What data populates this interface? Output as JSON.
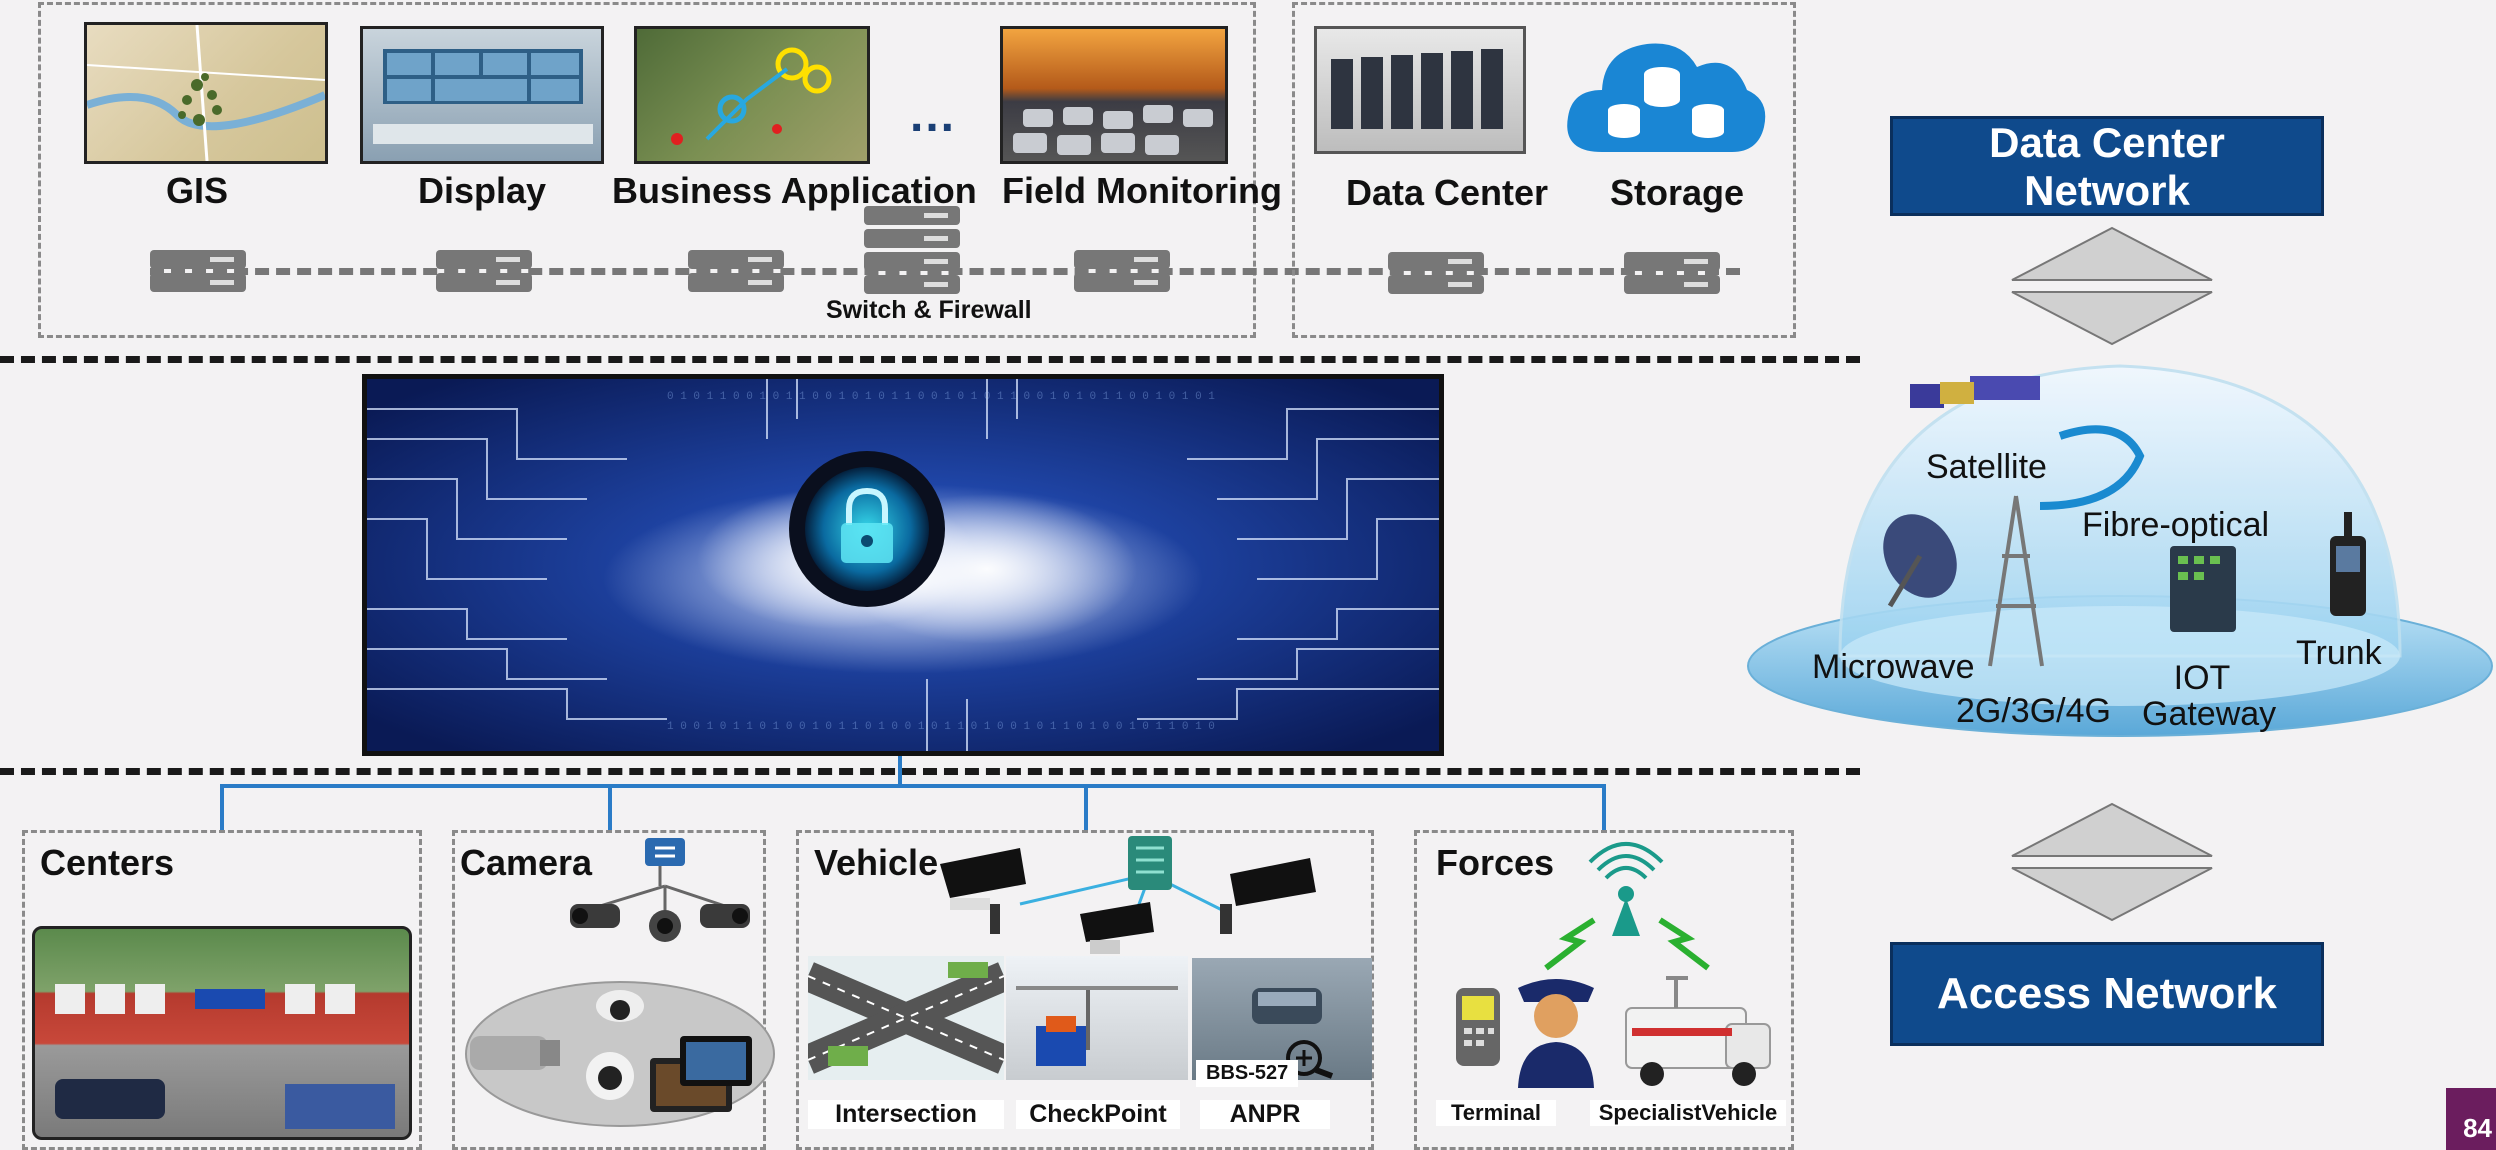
{
  "top_apps": {
    "gis": "GIS",
    "display": "Display",
    "business": "Business Application",
    "ellipsis": "...",
    "field": "Field Monitoring",
    "switch_firewall": "Switch & Firewall"
  },
  "datacenter_group": {
    "datacenter": "Data Center",
    "storage": "Storage"
  },
  "right_column": {
    "dc_network": "Data Center Network",
    "access_network": "Access Network",
    "dome": {
      "satellite": "Satellite",
      "fibre": "Fibre-optical",
      "microwave": "Microwave",
      "cellular": "2G/3G/4G",
      "iot": "IOT Gateway",
      "trunk": "Trunk"
    }
  },
  "bottom": {
    "centers": "Centers",
    "camera": "Camera",
    "vehicle": "Vehicle",
    "vehicle_subs": [
      "Intersection",
      "CheckPoint",
      "ANPR"
    ],
    "anpr_plate": "BBS-527",
    "forces": "Forces",
    "forces_subs": [
      "Terminal",
      "SpecialistVehicle"
    ]
  },
  "page_number": "84",
  "colors": {
    "network_blue": "#0f4a8c",
    "connector_blue": "#2a7cc7",
    "page_tab": "#6b1d5e"
  },
  "icons": [
    "server-icon",
    "lock-icon",
    "cloud-storage-icon",
    "cctv-camera-icon",
    "radio-tower-icon",
    "satellite-icon",
    "officer-icon"
  ]
}
